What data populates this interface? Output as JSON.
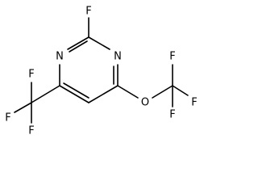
{
  "structure": {
    "atoms": {
      "f_top": "F",
      "n_left": "N",
      "n_right": "N",
      "o_ether": "O",
      "f_ocf3_top": "F",
      "f_ocf3_right": "F",
      "f_ocf3_bottom": "F",
      "f_cf3_top": "F",
      "f_cf3_left": "F",
      "f_cf3_bottom": "F"
    }
  }
}
